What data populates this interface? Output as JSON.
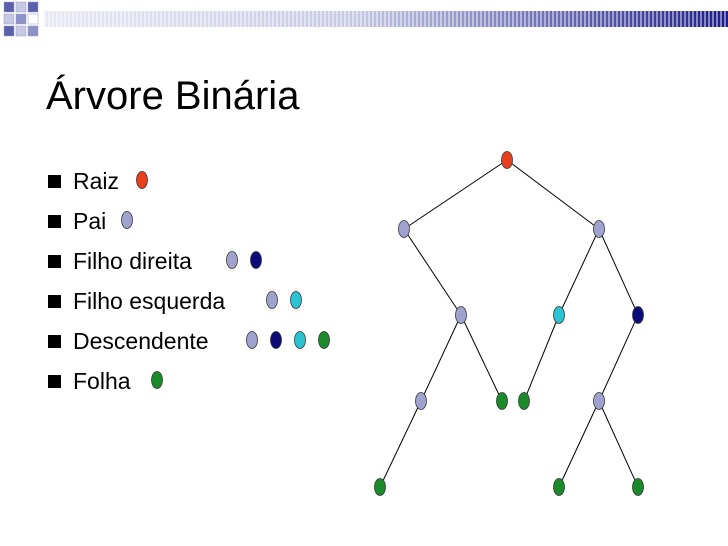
{
  "slide": {
    "title": "Árvore Binária",
    "bullets": [
      {
        "label": "Raiz",
        "markers": [
          "root"
        ]
      },
      {
        "label": "Pai",
        "markers": [
          "parent"
        ]
      },
      {
        "label": "Filho direita",
        "markers": [
          "parent",
          "right"
        ]
      },
      {
        "label": "Filho esquerda",
        "markers": [
          "parent",
          "left"
        ]
      },
      {
        "label": "Descendente",
        "markers": [
          "parent",
          "right",
          "left",
          "leaf"
        ]
      },
      {
        "label": "Folha",
        "markers": [
          "leaf"
        ]
      }
    ]
  },
  "colors": {
    "root": "#e8401c",
    "parent": "#9fa2cf",
    "right": "#0a0a78",
    "left": "#2ac3d3",
    "leaf": "#1b8a2a",
    "header_dark": "#1c1c8c",
    "header_light": "#c7c9e4"
  },
  "tree": {
    "nodes": [
      {
        "id": "A",
        "role": "root"
      },
      {
        "id": "B",
        "role": "parent"
      },
      {
        "id": "C",
        "role": "parent"
      },
      {
        "id": "D",
        "role": "parent"
      },
      {
        "id": "E",
        "role": "left"
      },
      {
        "id": "F",
        "role": "right"
      },
      {
        "id": "G",
        "role": "parent"
      },
      {
        "id": "H",
        "role": "leaf"
      },
      {
        "id": "I",
        "role": "leaf"
      },
      {
        "id": "J",
        "role": "parent"
      },
      {
        "id": "K",
        "role": "leaf"
      },
      {
        "id": "L",
        "role": "leaf"
      },
      {
        "id": "M",
        "role": "leaf"
      }
    ],
    "edges": [
      [
        "A",
        "B"
      ],
      [
        "A",
        "C"
      ],
      [
        "B",
        "D"
      ],
      [
        "C",
        "E"
      ],
      [
        "C",
        "F"
      ],
      [
        "D",
        "G"
      ],
      [
        "D",
        "H"
      ],
      [
        "E",
        "I"
      ],
      [
        "F",
        "J"
      ],
      [
        "G",
        "K"
      ],
      [
        "J",
        "L"
      ],
      [
        "J",
        "M"
      ]
    ]
  }
}
